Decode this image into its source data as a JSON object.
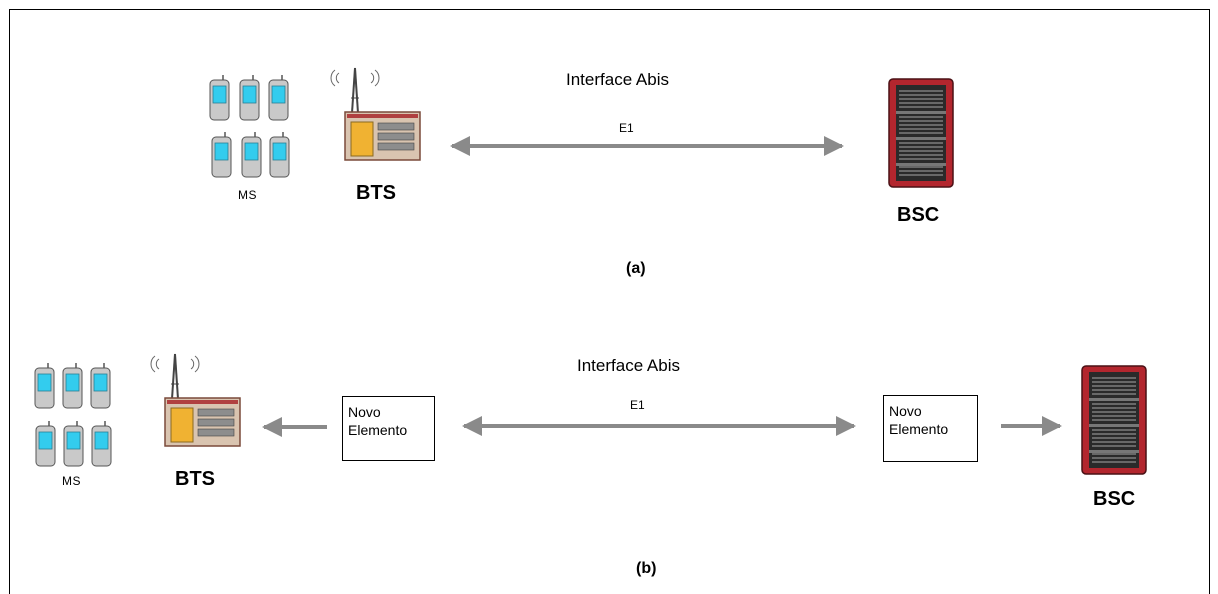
{
  "colors": {
    "arrow": "#8a8a8a",
    "phone_screen": "#33ccee",
    "phone_body": "#c9c9c9",
    "rack_red": "#b3262e",
    "rack_dark": "#2a2a2a"
  },
  "icons": {
    "mobile_station": "mobile-phone-icon",
    "bts": "bts-tower-icon",
    "bsc": "bsc-rack-icon"
  },
  "diagram_a": {
    "interface_label": "Interface Abis",
    "link_label": "E1",
    "ms_label": "MS",
    "bts_label": "BTS",
    "bsc_label": "BSC",
    "caption": "(a)"
  },
  "diagram_b": {
    "interface_label": "Interface Abis",
    "link_label": "E1",
    "ms_label": "MS",
    "bts_label": "BTS",
    "bsc_label": "BSC",
    "caption": "(b)",
    "left_box": {
      "line1": "Novo",
      "line2": "Elemento"
    },
    "right_box": {
      "line1": "Novo",
      "line2": "Elemento"
    }
  }
}
